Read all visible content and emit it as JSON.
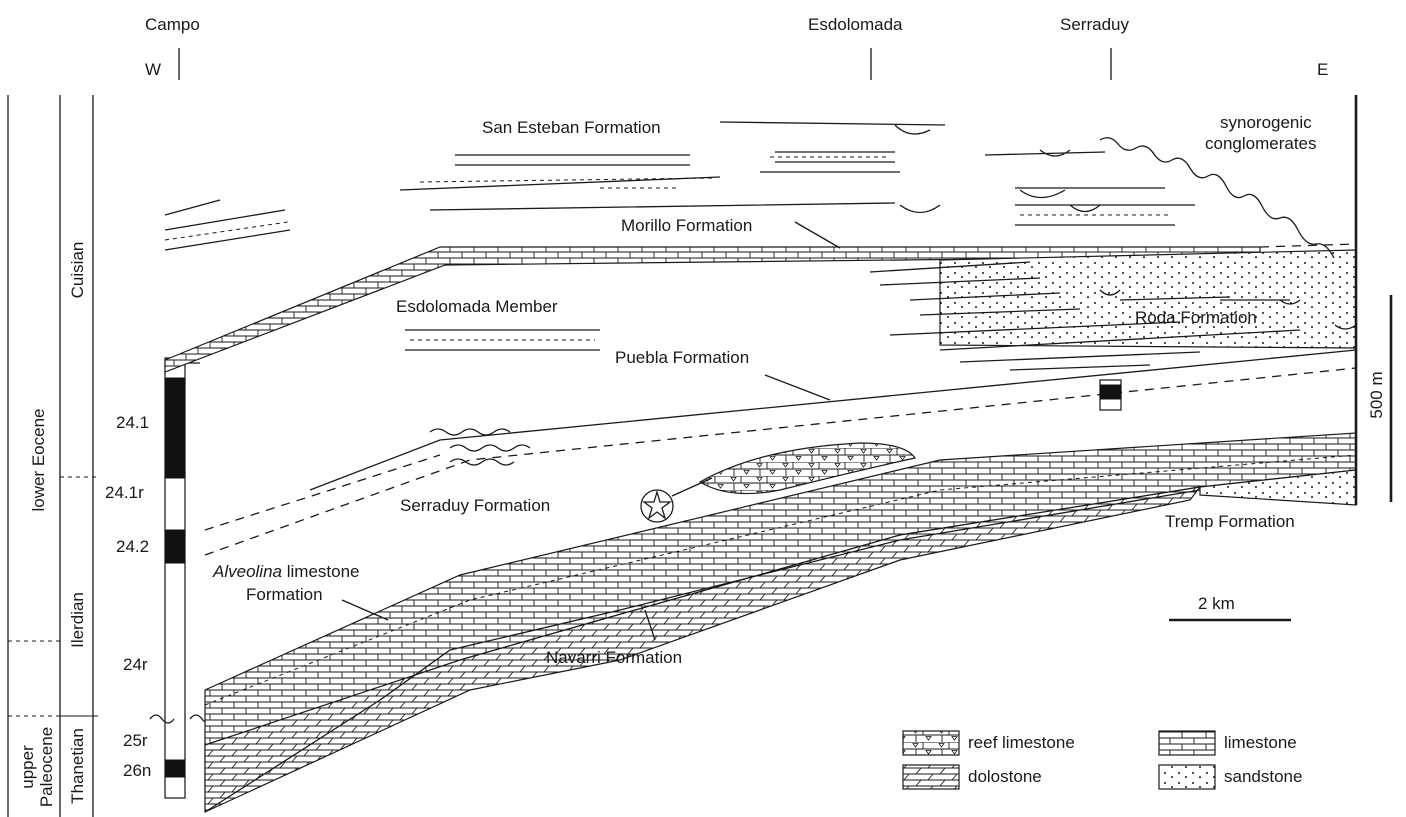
{
  "sections": {
    "campo": "Campo",
    "esdolomada": "Esdolomada",
    "serraduy": "Serraduy",
    "west": "W",
    "east": "E"
  },
  "stratigraphy": {
    "epoch_lower_eocene": "lower Eocene",
    "epoch_upper_paleocene_line1": "upper",
    "epoch_upper_paleocene_line2": "Paleocene",
    "stage_cuisian": "Cuisian",
    "stage_ilerdian": "Ilerdian",
    "stage_thanetian": "Thanetian"
  },
  "magnetochrons": [
    "24.1",
    "24.1r",
    "24.2",
    "24r",
    "25r",
    "26n"
  ],
  "formations": {
    "san_esteban": "San Esteban Formation",
    "morillo": "Morillo Formation",
    "esdolomada_member": "Esdolomada Member",
    "roda": "Roda Formation",
    "puebla": "Puebla Formation",
    "serraduy": "Serraduy Formation",
    "tremp": "Tremp Formation",
    "alveolina_italic": "Alveolina",
    "alveolina_rest": " limestone",
    "alveolina_line2": "Formation",
    "navarri": "Navarri Formation",
    "synorogenic_line1": "synorogenic",
    "synorogenic_line2": "conglomerates"
  },
  "scales": {
    "vertical": "500 m",
    "horizontal": "2 km"
  },
  "legend": [
    {
      "key": "reef",
      "label": "reef limestone"
    },
    {
      "key": "limestone",
      "label": "limestone"
    },
    {
      "key": "dolostone",
      "label": "dolostone"
    },
    {
      "key": "sandstone",
      "label": "sandstone"
    }
  ]
}
